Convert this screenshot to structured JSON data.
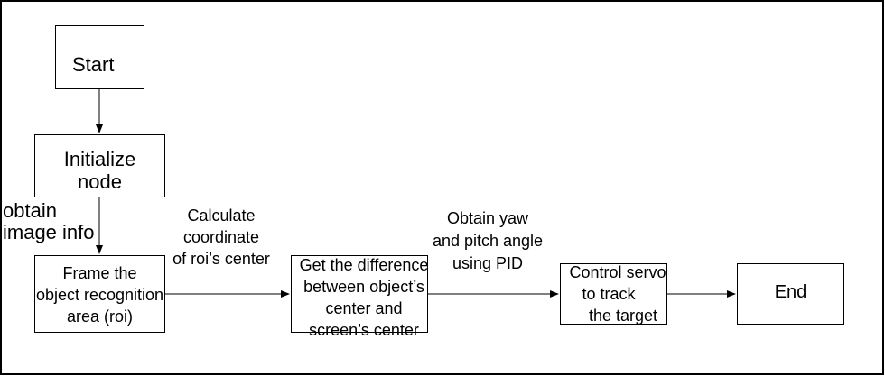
{
  "flowchart": {
    "nodes": {
      "start": {
        "lines": [
          "Start"
        ]
      },
      "init": {
        "lines": [
          "Initialize",
          "node"
        ]
      },
      "frame_roi": {
        "lines": [
          "Frame the",
          "object recognition",
          "area (roi)"
        ]
      },
      "difference": {
        "lines": [
          "Get the difference",
          "between object’s",
          "center and",
          "screen’s center"
        ]
      },
      "servo": {
        "lines": [
          "Control servo",
          "to track",
          "the target"
        ]
      },
      "end": {
        "lines": [
          "End"
        ]
      }
    },
    "edge_labels": {
      "obtain_image": {
        "lines": [
          "obtain",
          "image info"
        ]
      },
      "calc_coord": {
        "lines": [
          "Calculate",
          "coordinate",
          "of roi’s center"
        ]
      },
      "yaw_pitch": {
        "lines": [
          "Obtain yaw",
          "and pitch angle",
          "using PID"
        ]
      }
    },
    "edges": [
      {
        "from": "start",
        "to": "init"
      },
      {
        "from": "init",
        "to": "frame_roi",
        "label": "obtain_image"
      },
      {
        "from": "frame_roi",
        "to": "difference",
        "label": "calc_coord"
      },
      {
        "from": "difference",
        "to": "servo",
        "label": "yaw_pitch"
      },
      {
        "from": "servo",
        "to": "end"
      }
    ]
  }
}
